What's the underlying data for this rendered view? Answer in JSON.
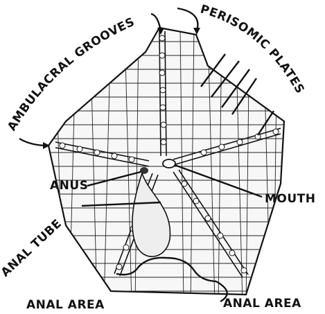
{
  "labels": {
    "ambulacral_grooves": "AMBULACRAL GROOVES",
    "perisomic_plates": "PERISOMIC PLATES",
    "anus": "ANUS",
    "mouth": "MOUTH",
    "anal_tube": "ANAL TUBE",
    "anal_area_left": "ANAL AREA",
    "anal_area_right": "ANAL AREA"
  },
  "colors": {
    "ink": "#111111",
    "paper": "#ffffff",
    "plate_fill": "#f4f4f4"
  }
}
